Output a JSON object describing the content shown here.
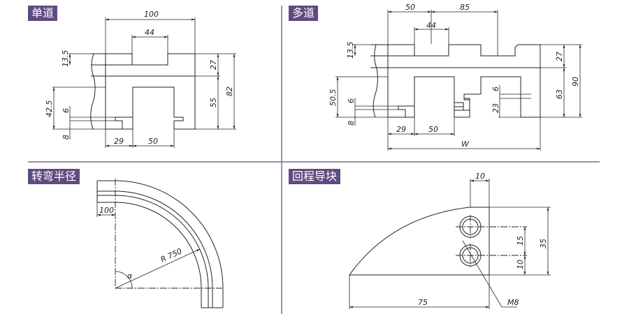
{
  "panels": {
    "single": {
      "title": "单道",
      "dims": {
        "w100": "100",
        "w44": "44",
        "h13_5": "13.5",
        "h42_5": "42.5",
        "h6": "6",
        "h8": "8",
        "h27": "27",
        "h55": "55",
        "h82": "82",
        "w29": "29",
        "w50": "50"
      }
    },
    "multi": {
      "title": "多道",
      "dims": {
        "w50top": "50",
        "w85": "85",
        "w44": "44",
        "h13_5": "13.5",
        "h50_5": "50.5",
        "h6": "6",
        "h8": "8",
        "h27": "27",
        "h63": "63",
        "h90": "90",
        "h6b": "6",
        "h23": "23",
        "w29": "29",
        "w50": "50",
        "W": "W"
      }
    },
    "bend": {
      "title": "转弯半径",
      "dims": {
        "w100": "100",
        "radius": "R 750",
        "angle": "α"
      }
    },
    "guide": {
      "title": "回程导块",
      "dims": {
        "w10": "10",
        "h15": "15",
        "h10": "10",
        "h35": "35",
        "w75": "75",
        "thread": "M8"
      }
    }
  },
  "colors": {
    "tag_bg": "#5f4b7f",
    "divider": "#7a6a94"
  }
}
